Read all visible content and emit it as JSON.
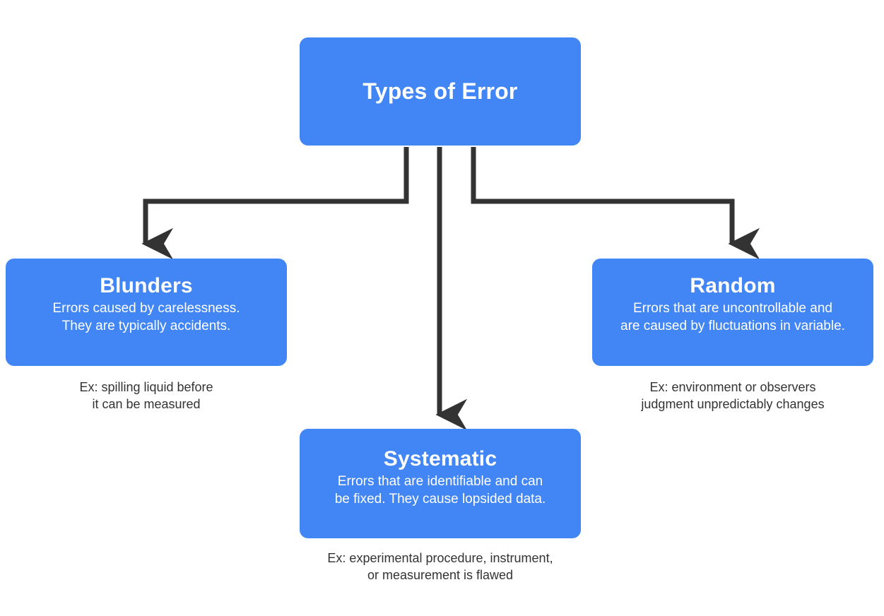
{
  "diagram": {
    "title": "Types of Error",
    "background_color": "#ffffff",
    "node_color": "#4285f4",
    "node_text_color": "#ffffff",
    "connector_color": "#333333",
    "caption_color": "#333333"
  },
  "root": {
    "title": "Types of Error"
  },
  "branches": [
    {
      "id": "blunders",
      "title": "Blunders",
      "description": "Errors caused by carelessness.\nThey are typically accidents.",
      "caption": "Ex: spilling liquid before\nit can be measured"
    },
    {
      "id": "systematic",
      "title": "Systematic",
      "description": "Errors that are identifiable and can\nbe fixed. They cause lopsided data.",
      "caption": "Ex: experimental procedure, instrument,\nor measurement is flawed"
    },
    {
      "id": "random",
      "title": "Random",
      "description": "Errors that are uncontrollable and\nare caused by fluctuations in variable.",
      "caption": "Ex: environment or observers\njudgment unpredictably changes"
    }
  ]
}
